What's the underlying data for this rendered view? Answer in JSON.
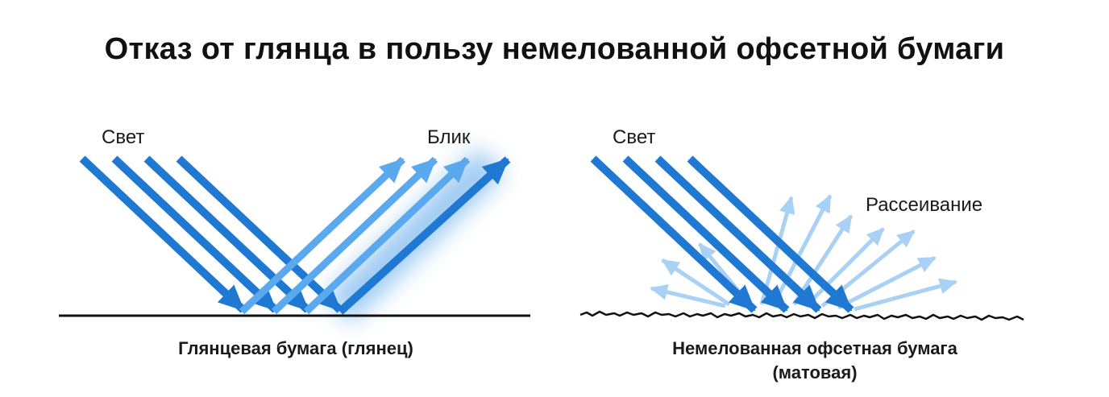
{
  "title": "Отказ от глянца в пользу немелованной офсетной бумаги",
  "left_panel": {
    "light_label": "Свет",
    "glare_label": "Блик",
    "caption": "Глянцевая бумага (глянец)"
  },
  "right_panel": {
    "light_label": "Свет",
    "scatter_label": "Рассеивание",
    "caption_line1": "Немелованная офсетная бумага",
    "caption_line2": "(матовая)"
  },
  "colors": {
    "arrow_dark": "#1f78d1",
    "arrow_light": "#5aa8ee",
    "arrow_pale": "#a9d0f5",
    "surface": "#111111"
  }
}
